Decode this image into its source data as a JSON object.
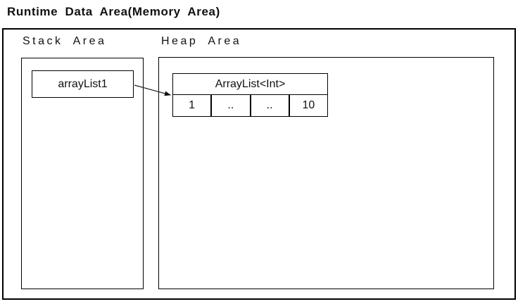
{
  "title": "Runtime Data Area(Memory Area)",
  "stack_area": {
    "label": "Stack Area",
    "variable_box": {
      "label": "arrayList1"
    }
  },
  "heap_area": {
    "label": "Heap Area",
    "object_table": {
      "header": "ArrayList<Int>",
      "cells": [
        "1",
        "..",
        "..",
        "10"
      ]
    }
  },
  "arrow": {
    "from": "arrayList1",
    "to": "ArrayList<Int>"
  },
  "colors": {
    "background": "#ffffff",
    "line": "#000000",
    "text": "#111111"
  }
}
